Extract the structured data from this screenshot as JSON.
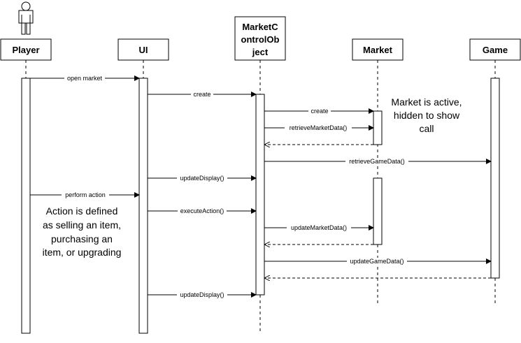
{
  "participants": {
    "player": "Player",
    "ui": "UI",
    "mco_line1": "MarketC",
    "mco_line2": "ontrolOb",
    "mco_line3": "ject",
    "market": "Market",
    "game": "Game"
  },
  "messages": {
    "open_market": "open market",
    "create_mco": "create",
    "create_market": "create",
    "retrieve_market_data": "retrieveMarketData()",
    "retrieve_game_data": "retrieveGameData()",
    "update_display_1": "updateDisplay()",
    "perform_action": "perform action",
    "execute_action": "executeAction()",
    "update_market_data": "updateMarketData()",
    "update_game_data": "updateGameData()",
    "update_display_2": "updateDisplay()"
  },
  "notes": {
    "market_active": [
      "Market is active,",
      "hidden to show",
      "call"
    ],
    "action_defined": [
      "Action is defined",
      "as selling an item,",
      "purchasing an",
      "item, or upgrading"
    ]
  }
}
